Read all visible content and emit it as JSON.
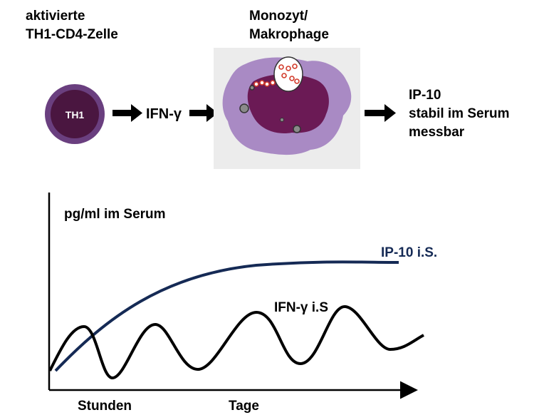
{
  "top": {
    "cell_label_line1": "aktivierte",
    "cell_label_line2": "TH1-CD4-Zelle",
    "cell_inner": "TH1",
    "cytokine": "IFN-γ",
    "macrophage_line1": "Monozyt/",
    "macrophage_line2": "Makrophage",
    "result_line1": "IP-10",
    "result_line2": "stabil im Serum",
    "result_line3": "messbar"
  },
  "graph": {
    "ylabel": "pg/ml im Serum",
    "series_ip10": "IP-10 i.S.",
    "series_ifn": "IFN-γ i.S",
    "xtick_hours": "Stunden",
    "xtick_days": "Tage"
  },
  "colors": {
    "cell_outer": "#6a3f7f",
    "cell_inner": "#4a1640",
    "macrophage_outer": "#a98ac4",
    "macrophage_inner": "#6b1a55",
    "macro_bg": "#ececec",
    "ip10_line": "#152a55",
    "ifn_line": "#000000"
  },
  "icons": [
    "right-arrow-icon",
    "th1-cell-icon",
    "macrophage-icon",
    "vacuole-icon"
  ]
}
